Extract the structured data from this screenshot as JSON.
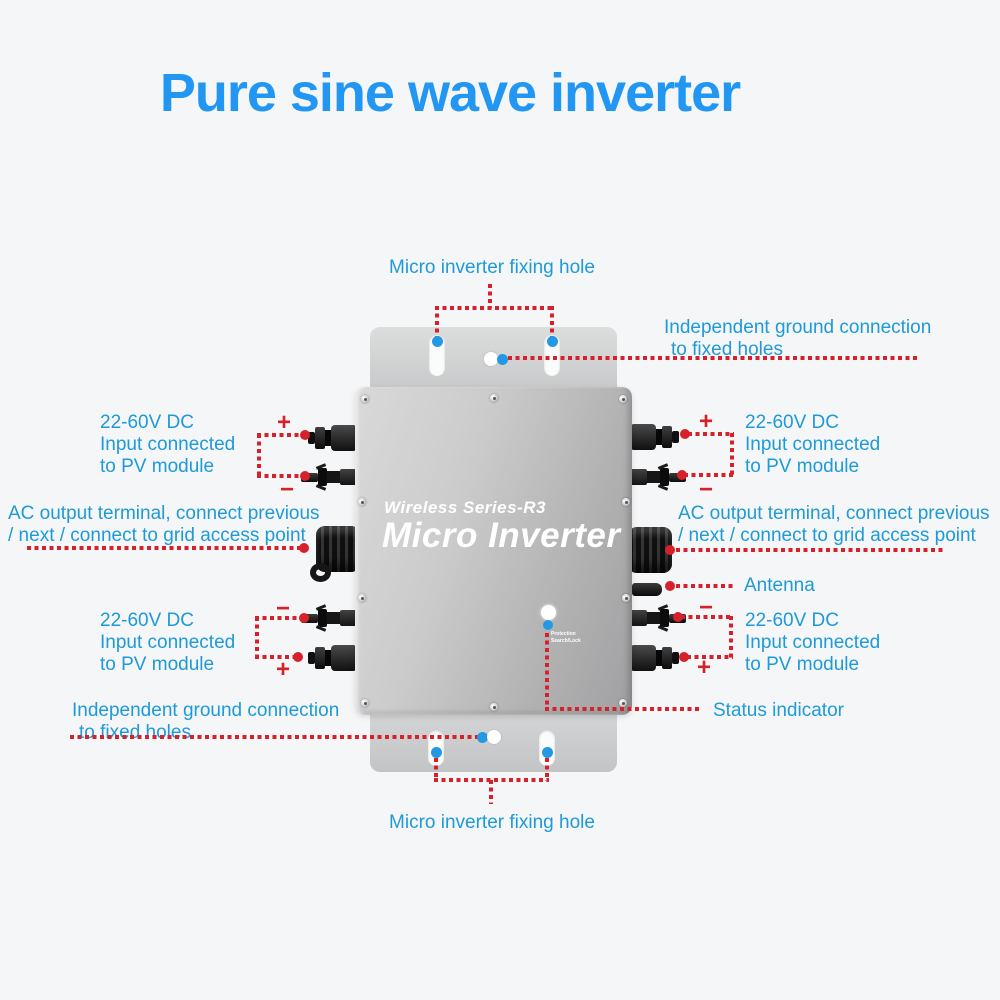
{
  "title": "Pure sine wave inverter",
  "device": {
    "brand_line": "Wireless Series-R3",
    "model_line": "Micro Inverter",
    "led_caption_line1": "Protection",
    "led_caption_line2": "Search/Lock"
  },
  "labels": {
    "fixing_hole_top": "Micro inverter fixing hole",
    "fixing_hole_bottom": "Micro inverter fixing hole",
    "ground_line1": "Independent ground connection",
    "ground_line2": "to fixed holes",
    "dc_line1": "22-60V DC",
    "dc_line2": "Input connected",
    "dc_line3": "to PV module",
    "ac_line1": "AC output terminal, connect previous",
    "ac_line2": "/ next / connect to grid access point",
    "antenna": "Antenna",
    "status_indicator": "Status indicator",
    "plus": "+",
    "minus": "−"
  },
  "colors": {
    "title_blue": "#2196f3",
    "label_blue": "#1e9ad8",
    "annotation_red": "#d6212a",
    "anchor_blue": "#2499e3"
  }
}
